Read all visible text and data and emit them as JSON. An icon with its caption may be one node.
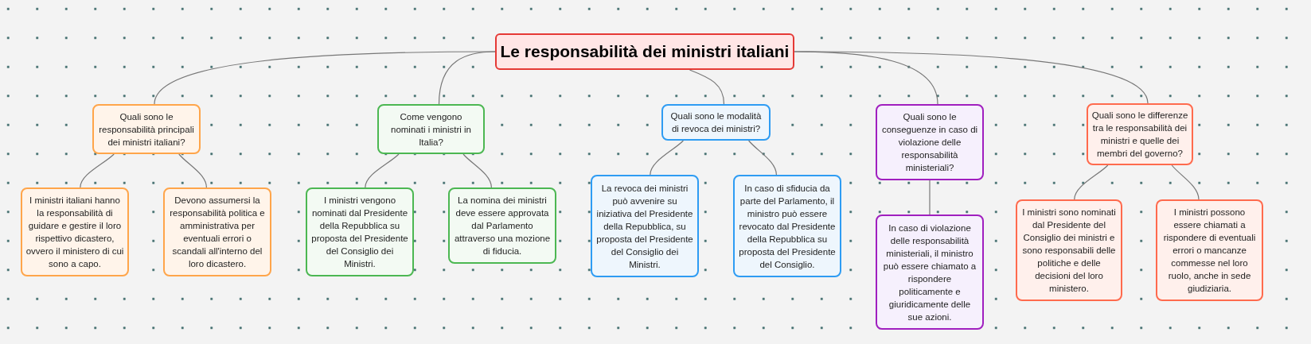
{
  "diagram": {
    "nodes": [
      {
        "text": [
          "Le responsabilità dei ministri italiani"
        ]
      },
      {
        "text": [
          "Quali sono le responsabilità principali dei ministri italiani?"
        ]
      },
      {
        "text": [
          "I ministri italiani hanno la responsabilità di guidare e gestire il loro rispettivo dicastero, ovvero il ministero di cui sono a capo."
        ]
      },
      {
        "text": [
          "Devono assumersi la responsabilità politica e amministrativa per eventuali errori o scandali all'interno del loro dicastero."
        ]
      },
      {
        "text": [
          "Come vengono nominati i ministri in Italia?"
        ]
      },
      {
        "text": [
          "I ministri vengono nominati dal Presidente della Repubblica su proposta del Presidente del Consiglio dei Ministri."
        ]
      },
      {
        "text": [
          "La nomina dei ministri deve essere approvata dal Parlamento attraverso una mozione di fiducia."
        ]
      },
      {
        "text": [
          "Quali sono le modalità di revoca dei ministri?"
        ]
      },
      {
        "text": [
          "La revoca dei ministri può avvenire su iniziativa del Presidente della Repubblica, su proposta del Presidente del Consiglio dei Ministri."
        ]
      },
      {
        "text": [
          "In caso di sfiducia da parte del Parlamento, il ministro può essere revocato dal Presidente della Repubblica su proposta del Presidente del Consiglio."
        ]
      },
      {
        "text": [
          "Quali sono le conseguenze in caso di violazione delle responsabilità ministeriali?"
        ]
      },
      {
        "text": [
          "In caso di violazione delle responsabilità ministeriali, il ministro può essere chiamato a rispondere politicamente e giuridicamente delle sue azioni."
        ]
      },
      {
        "text": [
          "Quali sono le differenze tra le responsabilità dei ministri e quelle dei membri del governo?"
        ]
      },
      {
        "text": [
          "I ministri sono nominati dal Presidente del Consiglio dei ministri e sono responsabili delle politiche e delle decisioni del loro ministero."
        ]
      },
      {
        "text": [
          "I ministri possono essere chiamati a rispondere di eventuali errori o mancanze commesse nel loro ruolo, anche in sede giudiziaria."
        ]
      }
    ],
    "edges": [
      {
        "from": 0,
        "to": 1,
        "arrow": "none"
      },
      {
        "from": 0,
        "to": 4,
        "arrow": "none"
      },
      {
        "from": 0,
        "to": 7,
        "arrow": "none"
      },
      {
        "from": 0,
        "to": 10,
        "arrow": "none"
      },
      {
        "from": 0,
        "to": 12,
        "arrow": "none"
      },
      {
        "from": 1,
        "to": 2,
        "arrow": "none"
      },
      {
        "from": 1,
        "to": 3,
        "arrow": "none"
      },
      {
        "from": 4,
        "to": 5,
        "arrow": "none"
      },
      {
        "from": 4,
        "to": 6,
        "arrow": "none"
      },
      {
        "from": 7,
        "to": 8,
        "arrow": "none"
      },
      {
        "from": 7,
        "to": 9,
        "arrow": "none"
      },
      {
        "from": 10,
        "to": 11,
        "arrow": "none"
      },
      {
        "from": 12,
        "to": 13,
        "arrow": "none"
      },
      {
        "from": 12,
        "to": 14,
        "arrow": "none"
      }
    ]
  }
}
